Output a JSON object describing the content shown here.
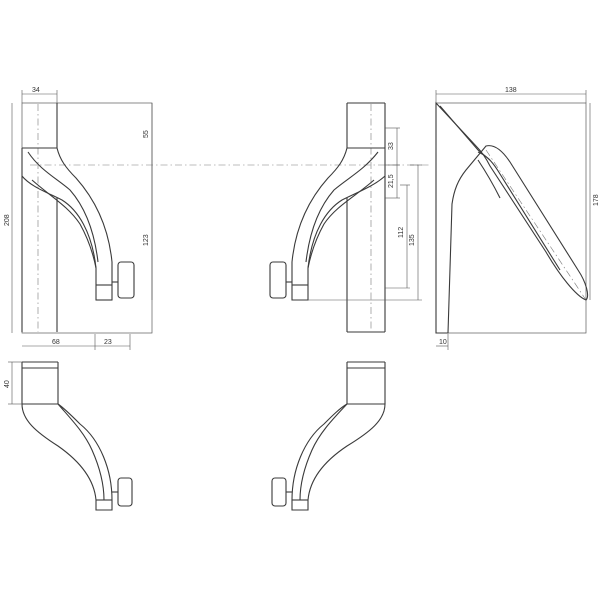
{
  "drawing": {
    "dimensions": {
      "d34": "34",
      "d55": "55",
      "d208": "208",
      "d123": "123",
      "d68": "68",
      "d23": "23",
      "d33": "33",
      "d21_5": "21,5",
      "d112": "112",
      "d135": "135",
      "d138": "138",
      "d178": "178",
      "d10": "10",
      "d40": "40"
    }
  }
}
